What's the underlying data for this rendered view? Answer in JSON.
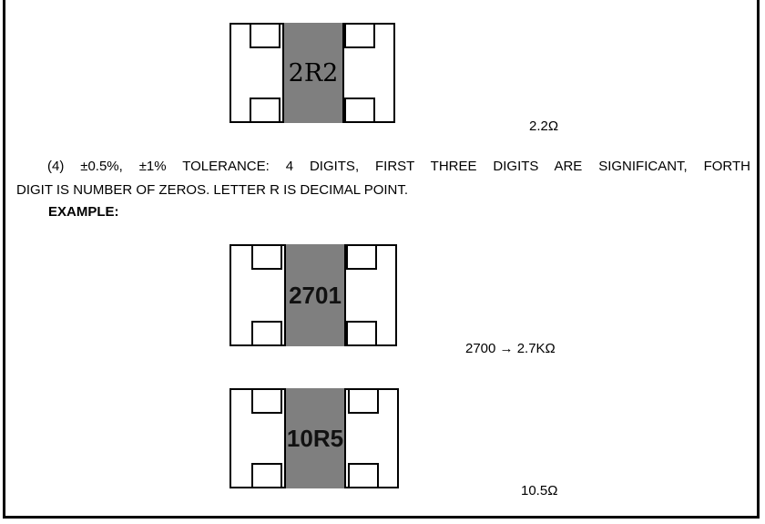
{
  "examples_top": {
    "chip_code": "2R2",
    "value_label": "2.2Ω"
  },
  "rule": {
    "line1": "(4) ±0.5%, ±1% TOLERANCE: 4 DIGITS, FIRST THREE DIGITS ARE SIGNIFICANT, FORTH",
    "line2": "DIGIT IS NUMBER OF ZEROS. LETTER R IS DECIMAL POINT.",
    "example_heading": "EXAMPLE:"
  },
  "examples": [
    {
      "chip_code": "2701",
      "value_label": "2700 → 2.7KΩ"
    },
    {
      "chip_code": "10R5",
      "value_label": "10.5Ω"
    }
  ]
}
